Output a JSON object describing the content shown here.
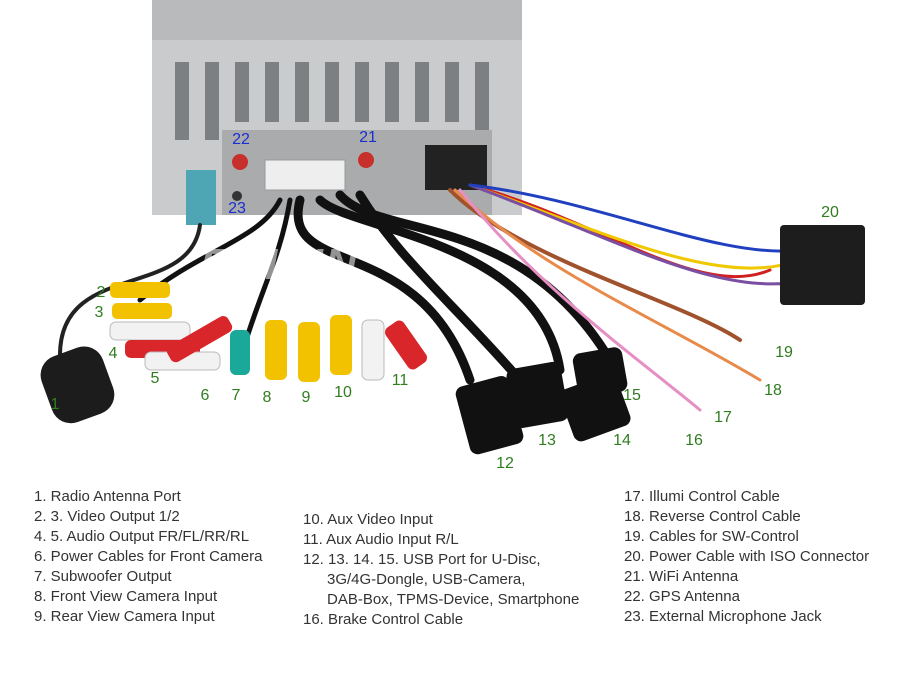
{
  "watermark": "ERISIN",
  "callouts": [
    "1",
    "2",
    "3",
    "4",
    "5",
    "6",
    "7",
    "8",
    "9",
    "10",
    "11",
    "12",
    "13",
    "14",
    "15",
    "16",
    "17",
    "18",
    "19",
    "20",
    "21",
    "22",
    "23"
  ],
  "legend": {
    "col1": [
      "1. Radio Antenna Port",
      "2. 3. Video Output 1/2",
      "4. 5. Audio Output FR/FL/RR/RL",
      "6. Power Cables for Front Camera",
      "7. Subwoofer Output",
      "8. Front View Camera Input",
      "9. Rear View Camera Input"
    ],
    "col2": [
      "10. Aux Video Input",
      "11. Aux Audio Input R/L",
      "12. 13. 14. 15. USB Port for U-Disc,",
      "3G/4G-Dongle, USB-Camera,",
      "DAB-Box, TPMS-Device, Smartphone",
      "16. Brake Control Cable"
    ],
    "col3": [
      "17. Illumi Control Cable",
      "18. Reverse Control Cable",
      "19. Cables for SW-Control",
      "20. Power Cable with ISO Connector",
      "21. WiFi Antenna",
      "22. GPS Antenna",
      "23. External Microphone Jack"
    ]
  },
  "colors": {
    "callout_green": "#2f7d1f",
    "callout_blue": "#1a2fd0",
    "rca_yellow": "#f2c200",
    "rca_red": "#d8262a",
    "rca_white": "#f2f2f2",
    "rca_teal": "#1aa89a"
  }
}
